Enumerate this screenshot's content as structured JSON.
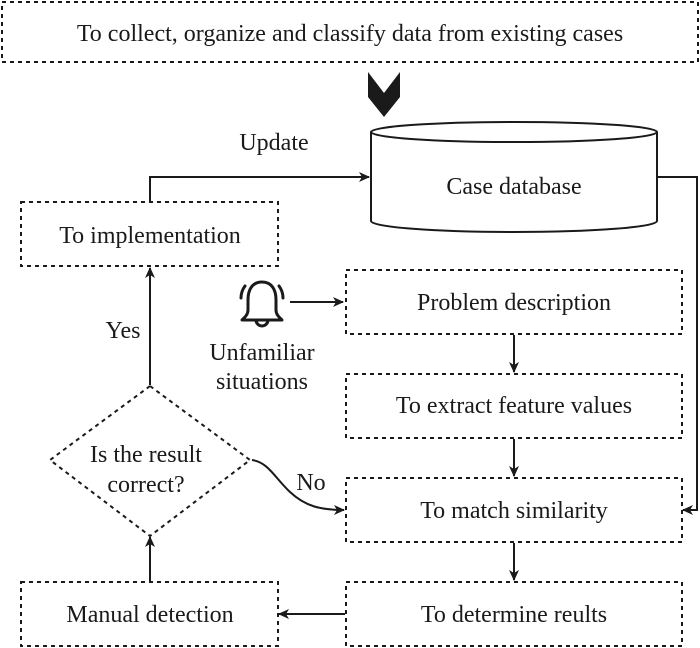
{
  "diagram": {
    "nodes": {
      "collect": "To collect, organize and classify data from existing cases",
      "database": "Case database",
      "implementation": "To implementation",
      "problem": "Problem description",
      "extract": "To extract feature values",
      "match": "To match similarity",
      "determine": "To determine reults",
      "manual": "Manual detection",
      "decision_line1": "Is the result",
      "decision_line2": "correct?"
    },
    "labels": {
      "update": "Update",
      "yes": "Yes",
      "no": "No",
      "unfamiliar_line1": "Unfamiliar",
      "unfamiliar_line2": "situations"
    },
    "icons": {
      "trigger": "bell-icon",
      "flow_down": "chevron-down-icon"
    },
    "edges": [
      {
        "from": "collect",
        "to": "database"
      },
      {
        "from": "implementation",
        "to": "database",
        "label": "Update"
      },
      {
        "from": "database",
        "to": "match"
      },
      {
        "from": "unfamiliar",
        "to": "problem"
      },
      {
        "from": "problem",
        "to": "extract"
      },
      {
        "from": "extract",
        "to": "match"
      },
      {
        "from": "match",
        "to": "determine"
      },
      {
        "from": "determine",
        "to": "manual"
      },
      {
        "from": "manual",
        "to": "decision"
      },
      {
        "from": "decision",
        "to": "implementation",
        "label": "Yes"
      },
      {
        "from": "decision",
        "to": "match",
        "label": "No"
      }
    ]
  }
}
